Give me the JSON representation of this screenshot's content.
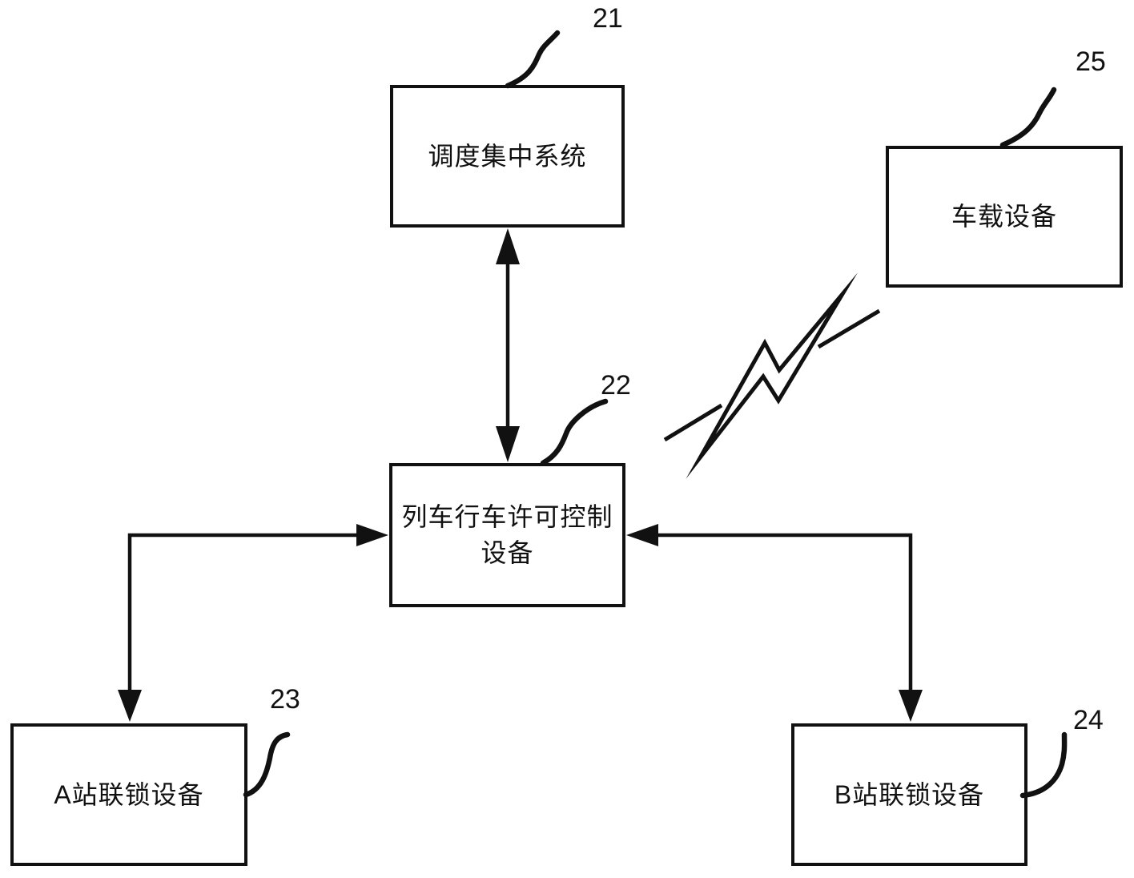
{
  "figure": {
    "background_color": "#ffffff",
    "ink_color": "#111111",
    "nodes": {
      "dispatch": {
        "label": "调度集中系统",
        "ref": "21"
      },
      "control": {
        "label": "列车行车许可控制设备",
        "ref": "22"
      },
      "station_a": {
        "label": "A站联锁设备",
        "ref": "23"
      },
      "station_b": {
        "label": "B站联锁设备",
        "ref": "24"
      },
      "onboard": {
        "label": "车载设备",
        "ref": "25"
      }
    },
    "connections": [
      {
        "from": "dispatch",
        "to": "control",
        "style": "vertical-double-arrow"
      },
      {
        "from": "station_a",
        "to": "control",
        "style": "elbow-double-arrow"
      },
      {
        "from": "station_b",
        "to": "control",
        "style": "elbow-double-arrow"
      },
      {
        "from": "control",
        "to": "onboard",
        "style": "wireless-lightning-link"
      }
    ]
  }
}
